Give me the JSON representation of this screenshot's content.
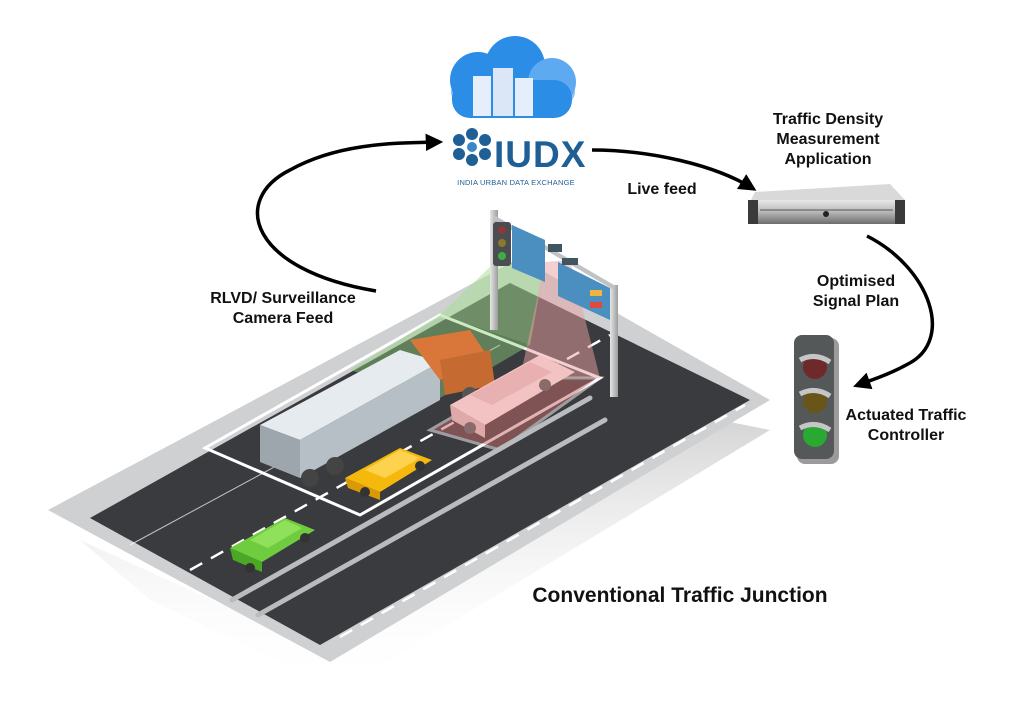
{
  "diagram": {
    "title": "Conventional Traffic Junction",
    "nodes": {
      "cloud": {
        "name": "IUDX",
        "brand": "IUDX",
        "subtitle": "INDIA URBAN DATA EXCHANGE",
        "brand_color": "#1e5f95",
        "cloud_color": "#2b8de6"
      },
      "server": {
        "label_line1": "Traffic Density",
        "label_line2": "Measurement",
        "label_line3": "Application"
      },
      "traffic_light": {
        "label_line1": "Actuated Traffic",
        "label_line2": "Controller"
      },
      "camera": {
        "label_line1": "RLVD/ Surveillance",
        "label_line2": "Camera Feed"
      }
    },
    "edges": [
      {
        "from": "camera",
        "to": "cloud",
        "label": "RLVD/ Surveillance Camera Feed"
      },
      {
        "from": "cloud",
        "to": "server",
        "label": "Live feed"
      },
      {
        "from": "server",
        "to": "traffic_light",
        "label": "Optimised Signal Plan"
      }
    ],
    "edge_labels": {
      "live_feed": "Live feed",
      "optimised_line1": "Optimised",
      "optimised_line2": "Signal Plan"
    },
    "scene": {
      "road_color": "#3a3b3f",
      "curb_color": "#cfd0d2",
      "detection_zones": [
        "green",
        "red"
      ],
      "vehicles": [
        "truck",
        "limousine",
        "yellow-car",
        "green-car"
      ]
    }
  }
}
